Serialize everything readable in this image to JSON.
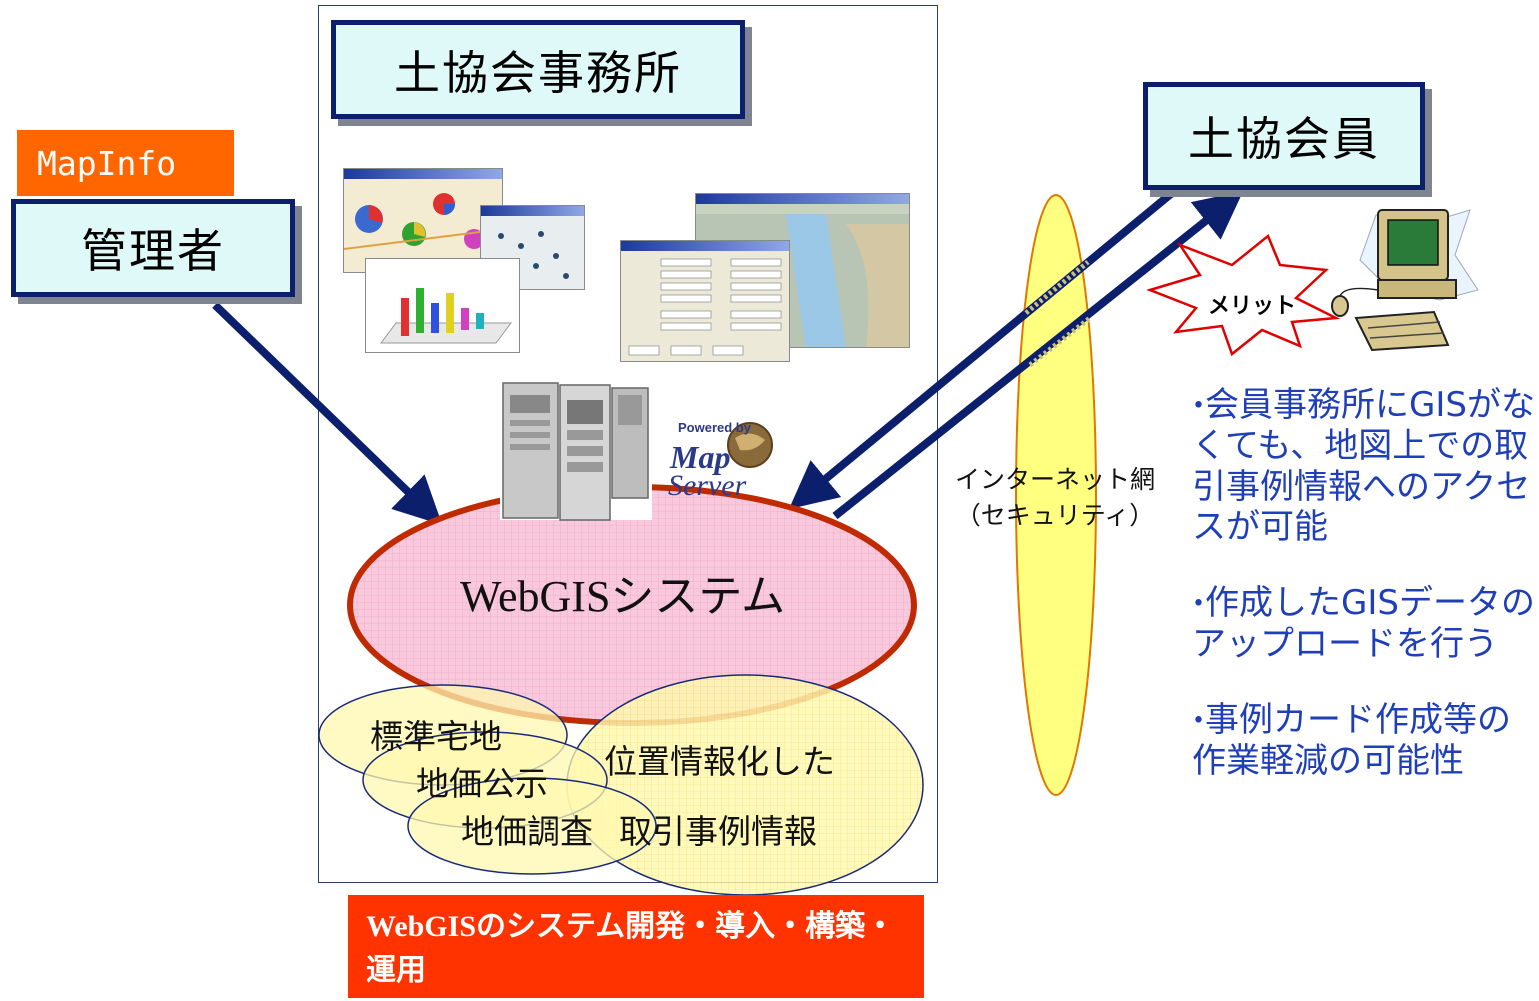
{
  "office": {
    "title": "土協会事務所"
  },
  "admin": {
    "title": "管理者",
    "tool_badge": "MapInfo"
  },
  "member": {
    "title": "土協会員",
    "merit_label": "メリット"
  },
  "system": {
    "name": "WebGISシステム",
    "powered_by": "Powered by",
    "powered_map": "Map",
    "powered_server": "Server"
  },
  "datasets": {
    "standard_land": "標準宅地",
    "land_price_public": "地価公示",
    "land_price_survey": "地価調査",
    "transaction_line1": "位置情報化した",
    "transaction_line2": "取引事例情報"
  },
  "network": {
    "line1": "インターネット網",
    "line2": "（セキュリティ）"
  },
  "benefits": [
    "会員事務所にGISがなくても、地図上での取引事例情報へのアクセスが可能",
    "作成したGISデータのアップロードを行う",
    "事例カード作成等の作業軽減の可能性"
  ],
  "footer": {
    "text": "WebGISのシステム開発・導入・構築・運用"
  },
  "colors": {
    "title_fill": "#dff8f8",
    "title_border": "#0c1f6c",
    "arrow": "#0c1f6c",
    "ellipse_fill": "#f8c8dc",
    "ellipse_border": "#c02a00",
    "network_fill": "#ffff80",
    "benefit_text": "#1f3fb8",
    "badge_orange": "#ff6600",
    "footer_red": "#ff3300"
  }
}
